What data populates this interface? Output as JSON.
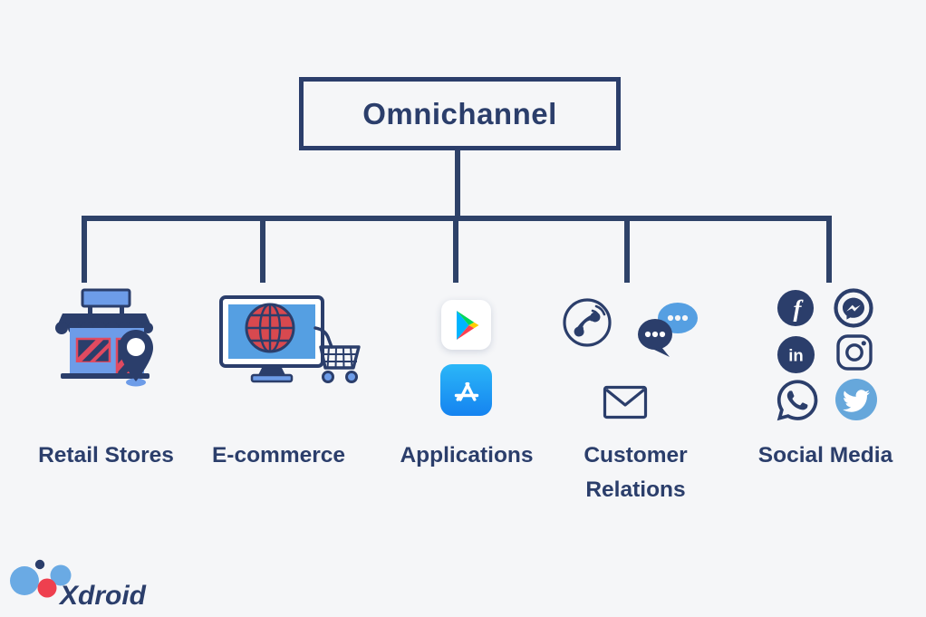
{
  "title": "Omnichannel",
  "branches": [
    {
      "label": "Retail Stores",
      "icons": [
        "storefront-with-location-pin"
      ]
    },
    {
      "label": "E-commerce",
      "icons": [
        "monitor-globe-shopping-cart"
      ]
    },
    {
      "label": "Applications",
      "icons": [
        "google-play",
        "apple-app-store"
      ]
    },
    {
      "label": "Customer Relations",
      "icons": [
        "phone-call",
        "chat-bubbles",
        "envelope"
      ]
    },
    {
      "label": "Social Media",
      "icons": [
        "facebook",
        "messenger",
        "linkedin",
        "instagram",
        "whatsapp",
        "twitter"
      ]
    }
  ],
  "social_glyphs": {
    "facebook": "f",
    "linkedin": "in"
  },
  "logo": {
    "text": "Xdroid"
  },
  "colors": {
    "bg": "#f5f6f8",
    "navy": "#2b3e6b",
    "line": "#2e4269",
    "lightblue": "#6d9ce8",
    "screenblue": "#559fe2",
    "red": "#d8494f",
    "stripe": "#e04a60",
    "twitterblue": "#66a7db",
    "playcyan": "#00b4ff",
    "playgreen": "#00d65a",
    "playyellow": "#ffce00",
    "playred": "#ff4050",
    "appstore1": "#2bb7f8",
    "appstore2": "#1583f0",
    "logoblue": "#6aaae4",
    "logored": "#ee404f",
    "white": "#ffffff"
  }
}
